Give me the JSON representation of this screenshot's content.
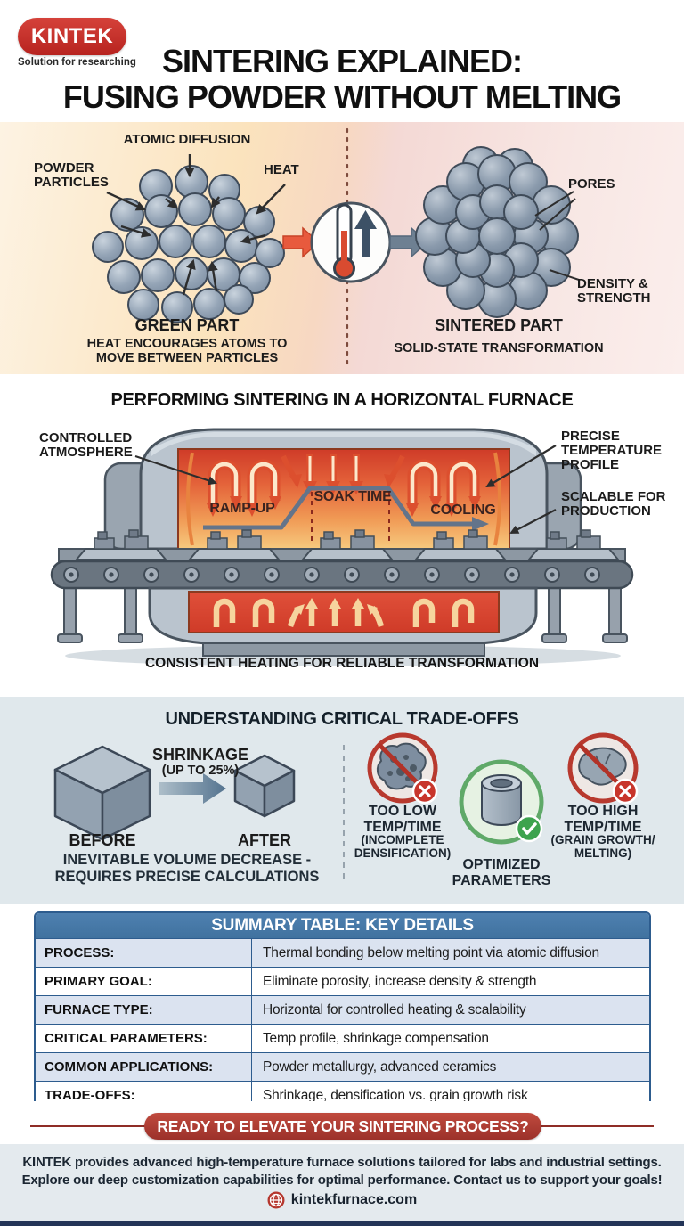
{
  "meta": {
    "brand": "KINTEK",
    "tagline": "Solution for researching",
    "title_line1": "SINTERING EXPLAINED:",
    "title_line2": "FUSING POWDER WITHOUT MELTING"
  },
  "process_section": {
    "atomic_diffusion": "ATOMIC DIFFUSION",
    "powder_particles": [
      "POWDER",
      "PARTICLES"
    ],
    "heat": "HEAT",
    "pores": "PORES",
    "density_strength": [
      "DENSITY &",
      "STRENGTH"
    ],
    "green_title": "GREEN PART",
    "green_caption": [
      "HEAT ENCOURAGES ATOMS TO",
      "MOVE BETWEEN PARTICLES"
    ],
    "sintered_title": "SINTERED PART",
    "sintered_caption": "SOLID-STATE TRANSFORMATION"
  },
  "furnace_section": {
    "title": "PERFORMING SINTERING IN A HORIZONTAL FURNACE",
    "controlled_atmosphere": [
      "CONTROLLED",
      "ATMOSPHERE"
    ],
    "precise_profile": [
      "PRECISE",
      "TEMPERATURE",
      "PROFILE"
    ],
    "scalable": [
      "SCALABLE FOR",
      "PRODUCTION"
    ],
    "zone_ramp_up": "RAMP-UP",
    "zone_soak": "SOAK TIME",
    "zone_cooling": "COOLING",
    "caption": "CONSISTENT HEATING FOR RELIABLE TRANSFORMATION"
  },
  "tradeoffs_section": {
    "title": "UNDERSTANDING CRITICAL TRADE-OFFS",
    "shrinkage_label": "SHRINKAGE",
    "shrinkage_sub": "(UP TO 25%)",
    "before": "BEFORE",
    "after": "AFTER",
    "caption": [
      "INEVITABLE VOLUME DECREASE -",
      "REQUIRES PRECISE CALCULATIONS"
    ],
    "too_low": [
      "TOO LOW",
      "TEMP/TIME",
      "(INCOMPLETE",
      "DENSIFICATION)"
    ],
    "optimized": [
      "OPTIMIZED",
      "PARAMETERS"
    ],
    "too_high": [
      "TOO HIGH",
      "TEMP/TIME",
      "(GRAIN GROWTH/",
      "MELTING)"
    ]
  },
  "summary_table": {
    "title": "SUMMARY TABLE: KEY DETAILS",
    "rows": [
      {
        "label": "PROCESS:",
        "value": "Thermal bonding below melting point via atomic diffusion"
      },
      {
        "label": "PRIMARY GOAL:",
        "value": "Eliminate porosity, increase density & strength"
      },
      {
        "label": "FURNACE TYPE:",
        "value": "Horizontal for controlled heating & scalability"
      },
      {
        "label": "CRITICAL PARAMETERS:",
        "value": "Temp profile, shrinkage compensation"
      },
      {
        "label": "COMMON APPLICATIONS:",
        "value": "Powder metallurgy, advanced ceramics"
      },
      {
        "label": "TRADE-OFFS:",
        "value": "Shrinkage, densification vs. grain growth risk"
      }
    ]
  },
  "footer": {
    "banner": "READY TO ELEVATE YOUR SINTERING PROCESS?",
    "message": [
      "KINTEK provides advanced high-temperature furnace solutions tailored for labs and industrial settings.",
      "Explore our deep customization capabilities for optimal performance. Contact us to support your goals!"
    ],
    "website": "kintekfurnace.com"
  },
  "colors": {
    "brand_red": "#c9332b",
    "heat_orange": "#e4633a",
    "table_header_blue": "#4678a8",
    "success_green": "#3da34e",
    "error_red": "#c8352b",
    "particle_gray": "#8e9fb2"
  }
}
